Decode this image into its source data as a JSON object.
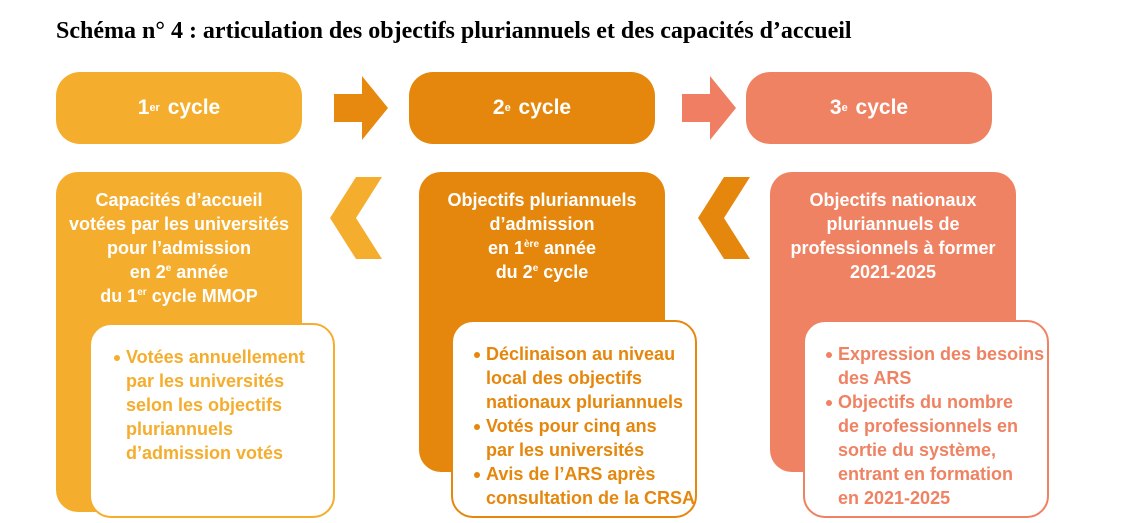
{
  "title": "Schéma n° 4 : articulation des objectifs pluriannuels et des capacités d’accueil",
  "colors": {
    "cycle1": "#f5ad2e",
    "cycle2": "#e5870d",
    "cycle3": "#ef8262",
    "arrow_forward_1": "#e8890f",
    "arrow_forward_2": "#f07e62",
    "chevron_1": "#f5ad2e",
    "chevron_2": "#e5870d"
  },
  "cycles": [
    {
      "num": "1",
      "sup": "er",
      "word": "cycle"
    },
    {
      "num": "2",
      "sup": "e",
      "word": "cycle"
    },
    {
      "num": "3",
      "sup": "e",
      "word": "cycle"
    }
  ],
  "columns": {
    "col1": {
      "line1": "Capacités d’accueil",
      "line2": "votées par les universités",
      "line3": "pour l’admission",
      "line4_pre": "en 2",
      "line4_sup": "e",
      "line4_post": " année",
      "line5_pre": "du 1",
      "line5_sup": "er",
      "line5_post": " cycle MMOP",
      "bullets": [
        {
          "l1": "Votées annuellement",
          "l2": "par les universités",
          "l3": "selon les objectifs",
          "l4": "pluriannuels",
          "l5": "d’admission votés"
        }
      ]
    },
    "col2": {
      "line1": "Objectifs pluriannuels",
      "line2": "d’admission",
      "line3_pre": "en 1",
      "line3_sup": "ère",
      "line3_post": " année",
      "line4_pre": "du 2",
      "line4_sup": "e",
      "line4_post": " cycle",
      "bullets": [
        {
          "l1": "Déclinaison au niveau",
          "l2": "local des objectifs",
          "l3": "nationaux pluriannuels"
        },
        {
          "l1": "Votés pour cinq ans",
          "l2": "par les universités"
        },
        {
          "l1": "Avis de l’ARS après",
          "l2": "consultation de la CRSA"
        }
      ]
    },
    "col3": {
      "line1": "Objectifs nationaux",
      "line2": "pluriannuels de",
      "line3": "professionnels à former",
      "line4": "2021-2025",
      "bullets": [
        {
          "l1": "Expression des besoins",
          "l2": "des ARS"
        },
        {
          "l1": "Objectifs du nombre",
          "l2": "de professionnels en",
          "l3": "sortie du système,",
          "l4": "entrant en formation",
          "l5": "en 2021-2025"
        }
      ]
    }
  }
}
